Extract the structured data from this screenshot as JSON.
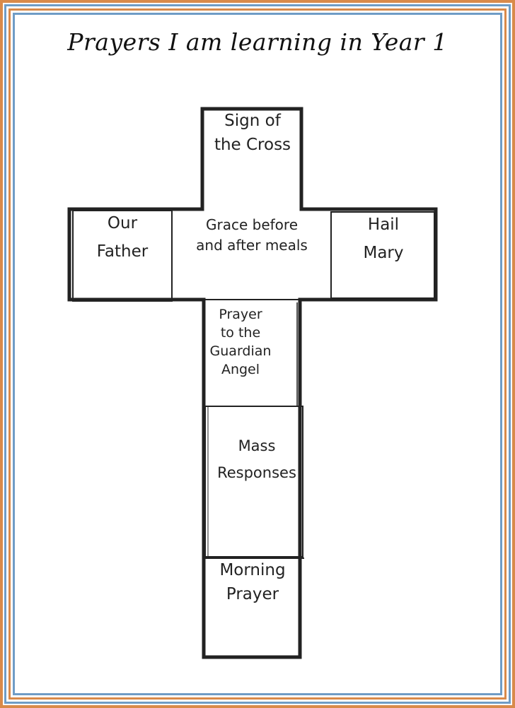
{
  "page": {
    "title": "Prayers I am learning in Year 1"
  },
  "colors": {
    "border_orange": "#d98a4a",
    "border_blue": "#6f9cc6",
    "outline": "#222222"
  },
  "cross": {
    "top": "Sign of\nthe Cross",
    "left": "Our\nFather",
    "center": "Grace before\nand after meals",
    "right": "Hail\nMary",
    "below_center": "Prayer\nto the\nGuardian\nAngel",
    "middle": "Mass\nResponses",
    "bottom": "Morning\nPrayer"
  }
}
